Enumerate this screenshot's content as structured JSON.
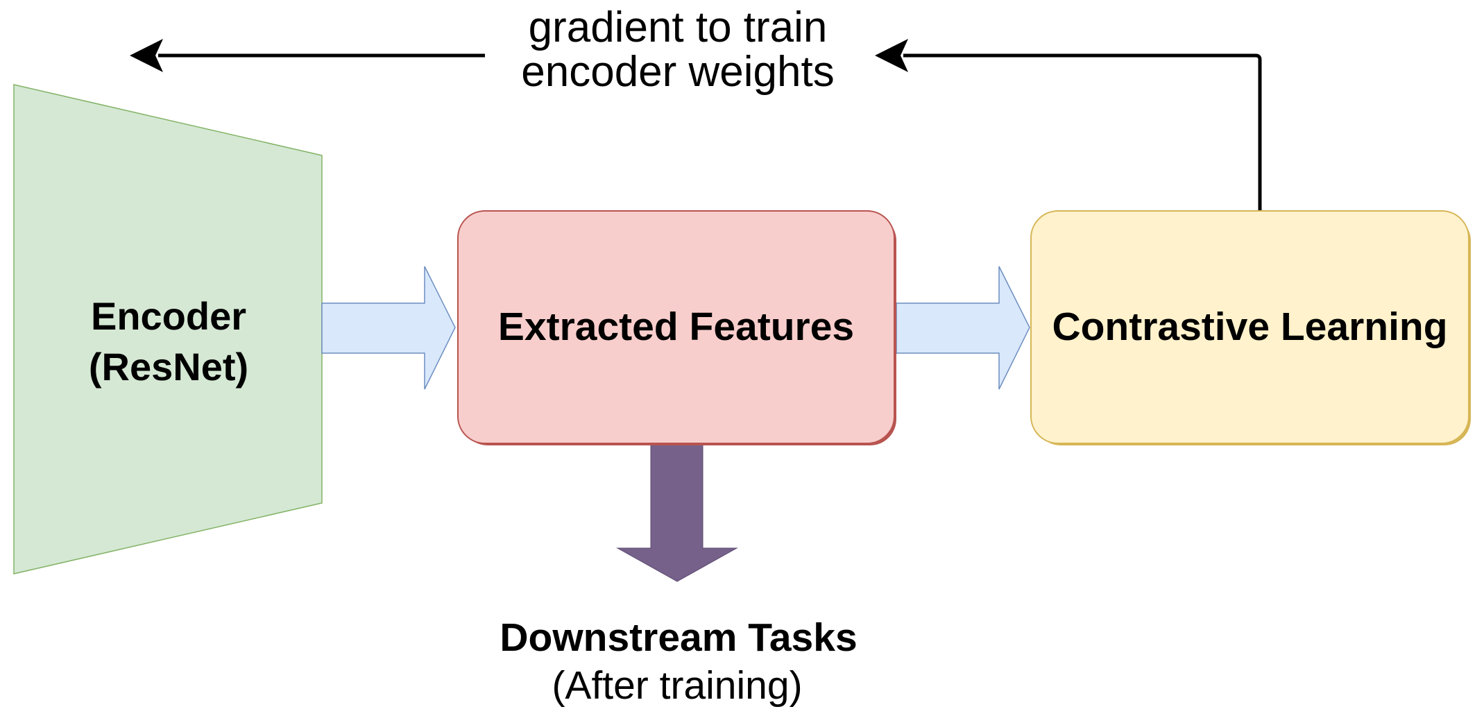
{
  "diagram": {
    "top_caption": {
      "line1": "gradient to train",
      "line2": "encoder weights"
    },
    "nodes": {
      "encoder": {
        "label_line1": "Encoder",
        "label_line2": "(ResNet)"
      },
      "extracted_features": {
        "label": "Extracted Features"
      },
      "contrastive_learning": {
        "label": "Contrastive Learning"
      }
    },
    "bottom_caption": {
      "line1": "Downstream Tasks",
      "line2": "(After training)"
    },
    "colors": {
      "encoder_fill": "#d5e8d4",
      "encoder_border": "#82b366",
      "features_fill": "#f8cecc",
      "features_border": "#b85450",
      "contrastive_fill": "#fff2cc",
      "contrastive_border": "#d6b656",
      "flow_arrow_fill": "#dae8fc",
      "flow_arrow_border": "#6c8ebf",
      "downstream_arrow_fill": "#76618b",
      "downstream_arrow_edge": "#5d4a70",
      "gradient_arrow": "#000000"
    }
  }
}
